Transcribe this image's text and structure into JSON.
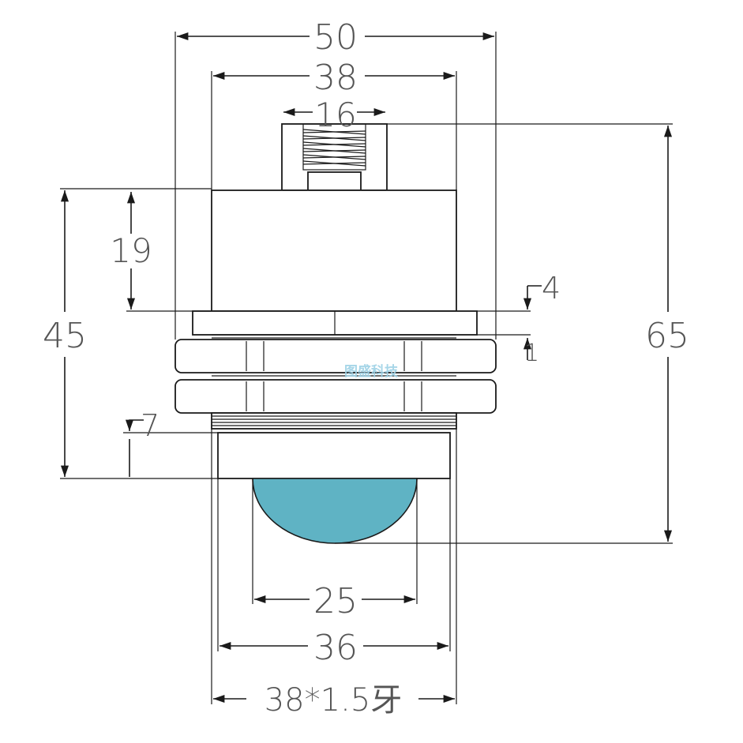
{
  "dimensions": {
    "width_overall": "50",
    "width_body": "38",
    "width_stud": "16",
    "height_body": "19",
    "flange_thickness": "4",
    "nut_gap": "1",
    "thread_length": "7",
    "height_to_lens": "45",
    "height_overall": "65",
    "lens_diameter": "25",
    "thread_inner": "36",
    "thread_spec": "38*1.5牙"
  },
  "watermark": "图盛科技",
  "colors": {
    "line": "#1a1a1a",
    "text": "#555555",
    "lens": "#5fb3c4",
    "watermark": "#9ed2e6"
  }
}
